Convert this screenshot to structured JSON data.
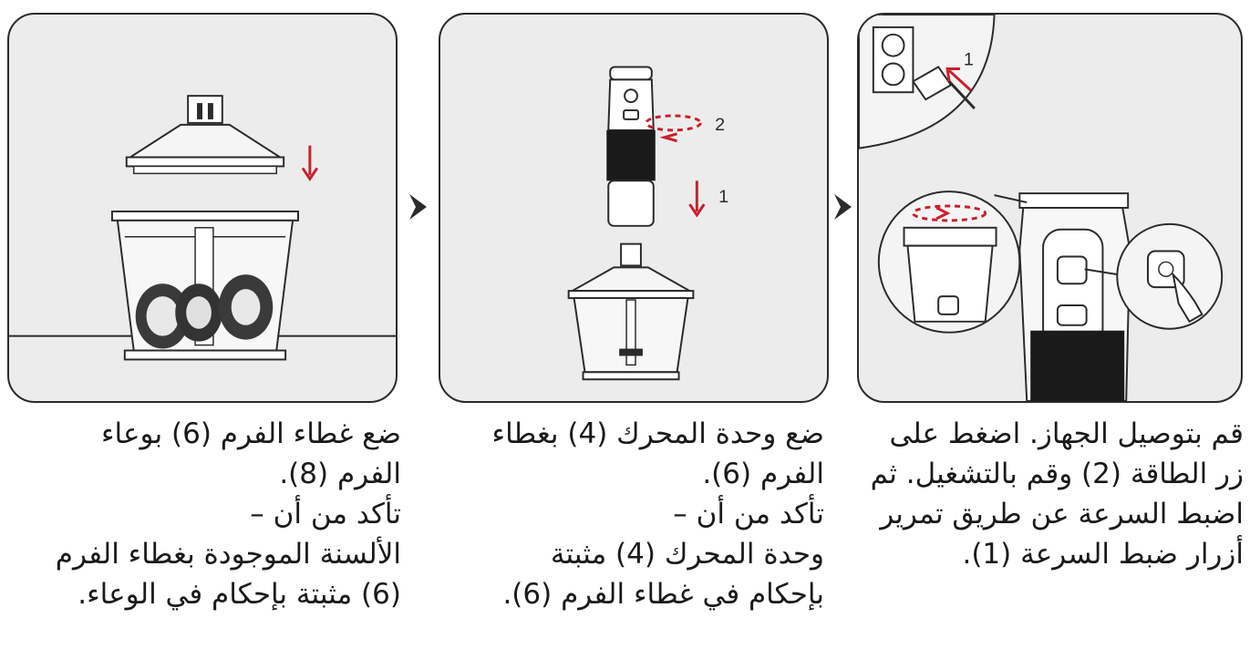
{
  "panels": [
    {
      "name": "panel-attach-lid",
      "arrow_icon": "arrow-down-icon"
    },
    {
      "name": "panel-attach-motor",
      "labels": [
        "2",
        "1"
      ]
    },
    {
      "name": "panel-plug-and-press",
      "labels": [
        "1"
      ]
    }
  ],
  "step_arrows": [
    "chevron-right-icon",
    "chevron-right-icon"
  ],
  "instructions": {
    "col1": [
      "ضع غطاء الفرم (6) بوعاء",
      "الفرم (8).",
      "تأكد من أن –",
      "الألسنة الموجودة بغطاء الفرم",
      "(6) مثبتة بإحكام في الوعاء."
    ],
    "col2": [
      "ضع وحدة المحرك (4) بغطاء",
      "الفرم (6).",
      "تأكد من أن –",
      "وحدة المحرك (4) مثبتة",
      "بإحكام في غطاء الفرم (6)."
    ],
    "col3": [
      "قم بتوصيل الجهاز. اضغط على",
      "زر الطاقة (2) وقم بالتشغيل. ثم",
      "اضبط السرعة عن طريق تمرير",
      "أزرار ضبط السرعة (1)."
    ]
  },
  "colors": {
    "accent_red": "#c8202c",
    "panel_bg": "#ececec",
    "outline": "#2b2b2b"
  }
}
